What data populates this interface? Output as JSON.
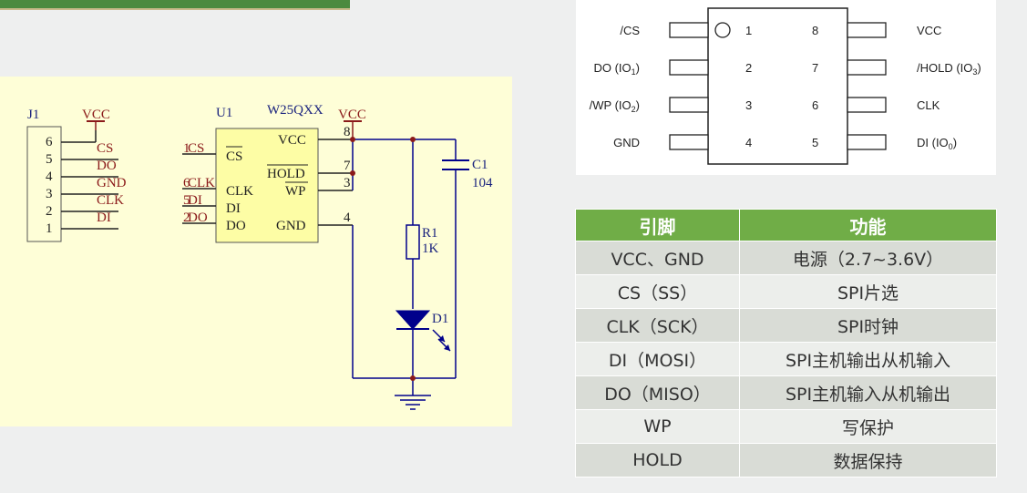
{
  "schematic": {
    "j1": {
      "ref": "J1",
      "vcc": "VCC",
      "pin_numbers": [
        "6",
        "5",
        "4",
        "3",
        "2",
        "1"
      ],
      "nets": [
        "CS",
        "DO",
        "GND",
        "CLK",
        "DI"
      ]
    },
    "u1": {
      "ref": "U1",
      "part": "W25QXX",
      "vcc": "VCC",
      "left_pins": [
        "CS",
        "CLK",
        "DI",
        "DO"
      ],
      "right_pins": [
        "VCC",
        "HOLD",
        "WP",
        "GND"
      ],
      "right_pin_numbers": [
        "8",
        "7",
        "3",
        "4"
      ],
      "left_nets": [
        "CS",
        "CLK",
        "DI",
        "DO"
      ],
      "left_net_overlap": [
        "1",
        "6",
        "5",
        "2"
      ]
    },
    "c1": {
      "ref": "C1",
      "value": "104"
    },
    "r1": {
      "ref": "R1",
      "value": "1K"
    },
    "d1": {
      "ref": "D1"
    }
  },
  "pinout": {
    "left": [
      {
        "num": "1",
        "label": "/CS",
        "sub": ""
      },
      {
        "num": "2",
        "label": "DO (IO",
        "sub": "1"
      },
      {
        "num": "3",
        "label": "/WP (IO",
        "sub": "2"
      },
      {
        "num": "4",
        "label": "GND",
        "sub": ""
      }
    ],
    "right": [
      {
        "num": "8",
        "label": "VCC",
        "sub": ""
      },
      {
        "num": "7",
        "label": "/HOLD (IO",
        "sub": "3"
      },
      {
        "num": "6",
        "label": "CLK",
        "sub": ""
      },
      {
        "num": "5",
        "label": "DI (IO",
        "sub": "0"
      }
    ]
  },
  "table": {
    "headers": [
      "引脚",
      "功能"
    ],
    "rows": [
      [
        "VCC、GND",
        "电源（2.7~3.6V）"
      ],
      [
        "CS（SS）",
        "SPI片选"
      ],
      [
        "CLK（SCK）",
        "SPI时钟"
      ],
      [
        "DI（MOSI）",
        "SPI主机输出从机输入"
      ],
      [
        "DO（MISO）",
        "SPI主机输入从机输出"
      ],
      [
        "WP",
        "写保护"
      ],
      [
        "HOLD",
        "数据保持"
      ]
    ]
  },
  "colors": {
    "header_green": "#70ad47",
    "top_bar_green": "#4c8a3f",
    "schematic_bg": "#fefed7",
    "wire_blue": "#00008b",
    "label_red": "#8b1a1a",
    "chip_fill": "#fdfda5"
  }
}
